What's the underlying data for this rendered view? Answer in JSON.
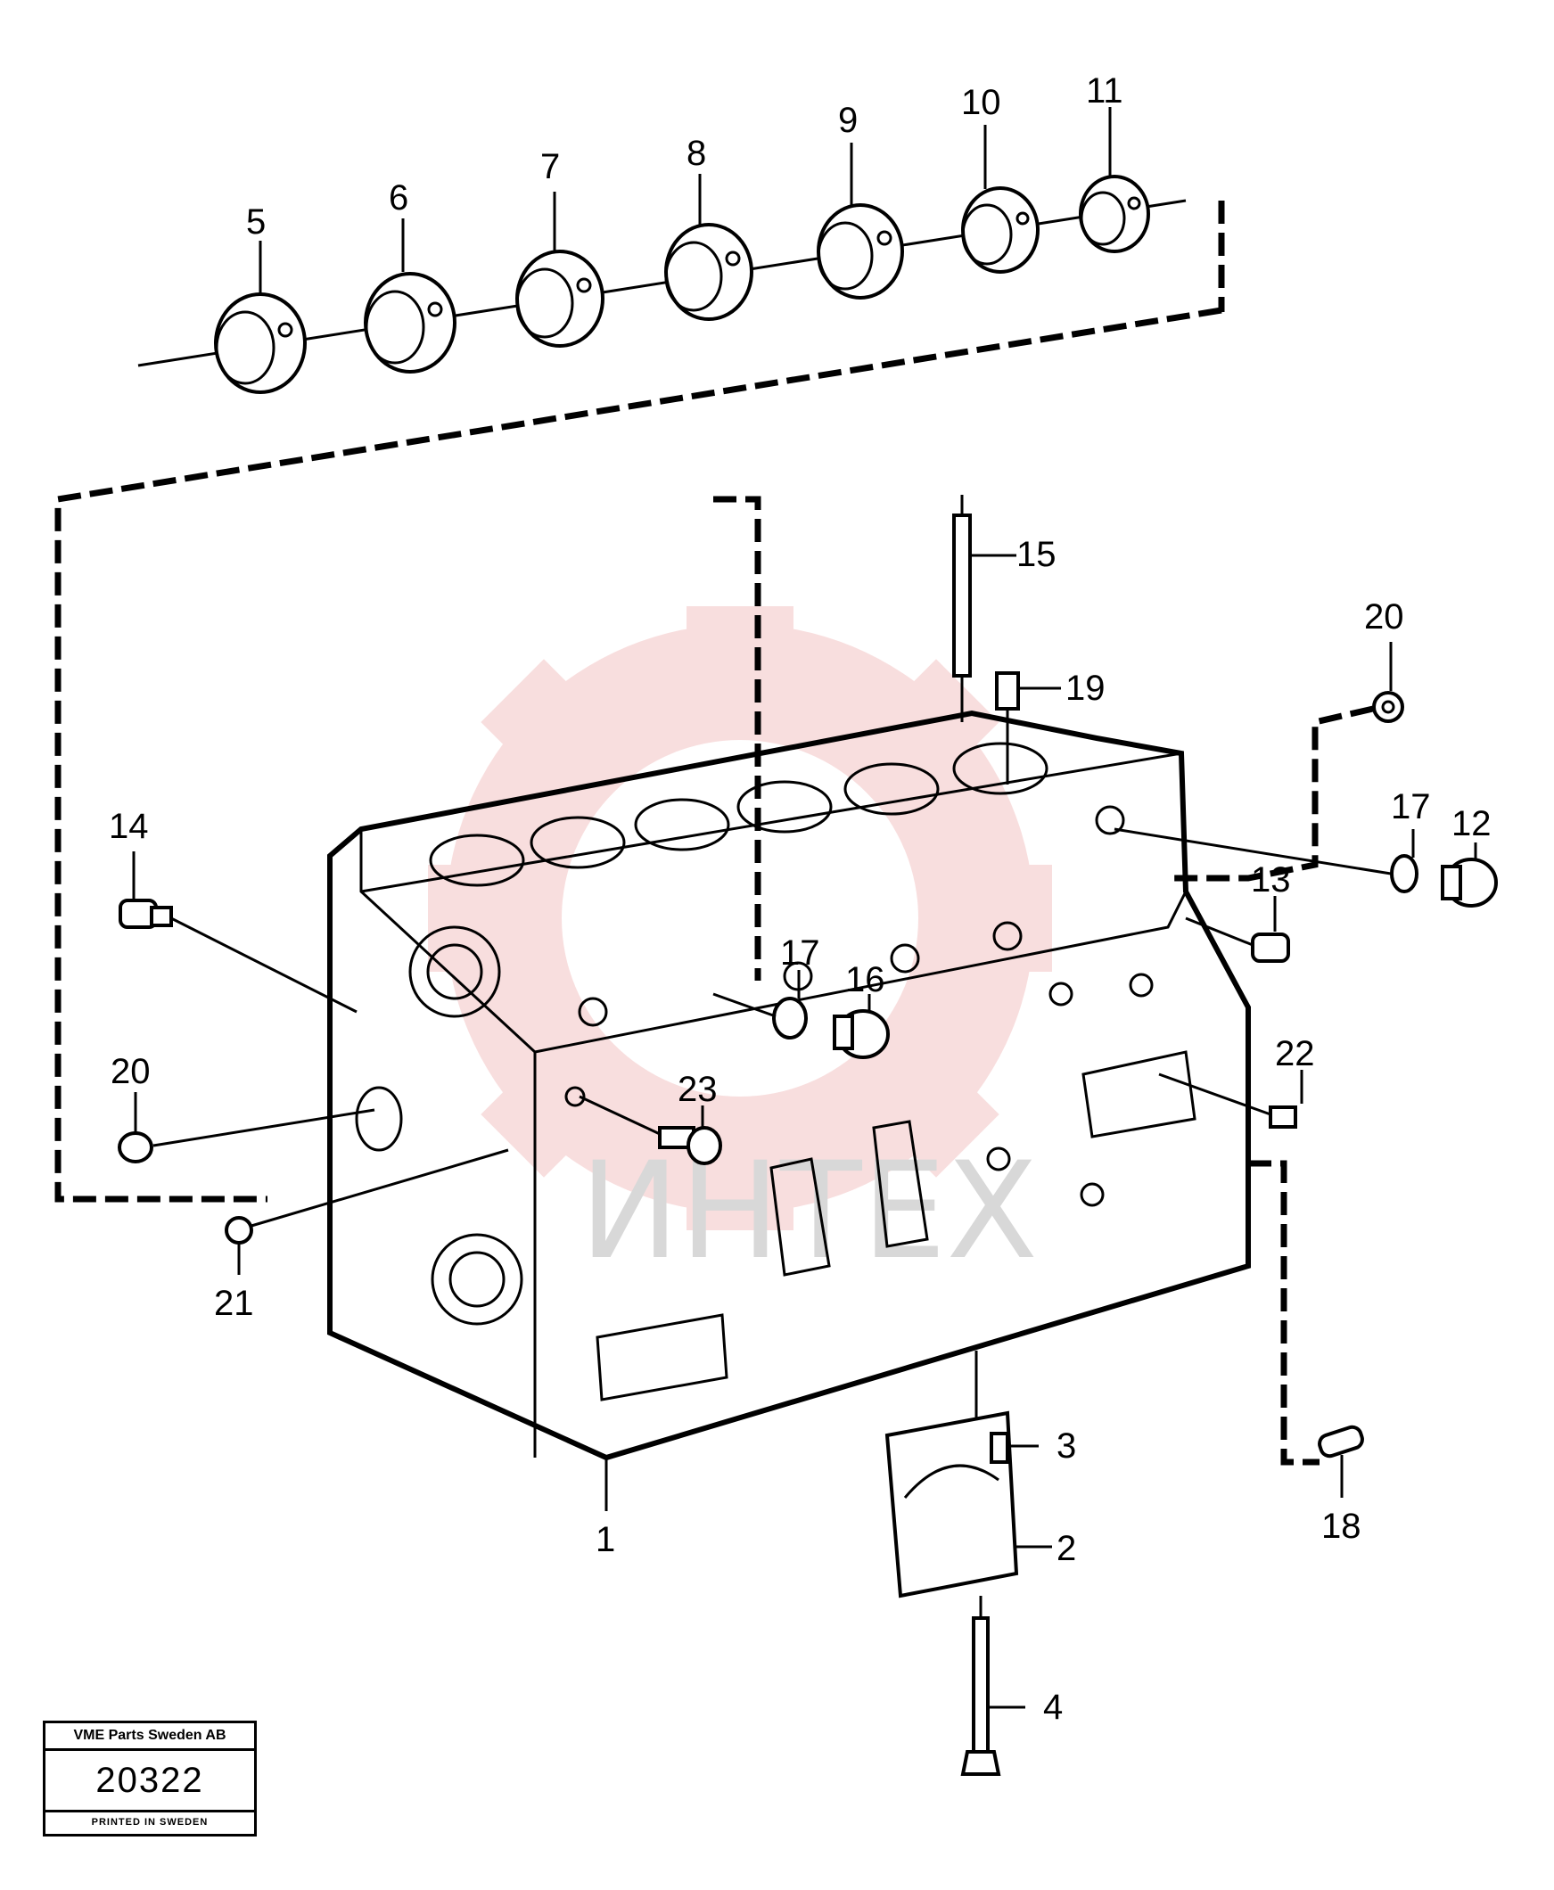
{
  "callouts": {
    "c1": "1",
    "c2": "2",
    "c3": "3",
    "c4": "4",
    "c5": "5",
    "c6": "6",
    "c7": "7",
    "c8": "8",
    "c9": "9",
    "c10": "10",
    "c11": "11",
    "c12": "12",
    "c13": "13",
    "c14": "14",
    "c15": "15",
    "c16": "16",
    "c17a": "17",
    "c17b": "17",
    "c18": "18",
    "c19": "19",
    "c20a": "20",
    "c20b": "20",
    "c21": "21",
    "c22": "22",
    "c23": "23"
  },
  "watermark": {
    "text": "ИНТЕХ",
    "color": "#f4c4c4"
  },
  "footer": {
    "company": "VME Parts Sweden AB",
    "number": "20322",
    "printed": "PRINTED IN SWEDEN"
  }
}
